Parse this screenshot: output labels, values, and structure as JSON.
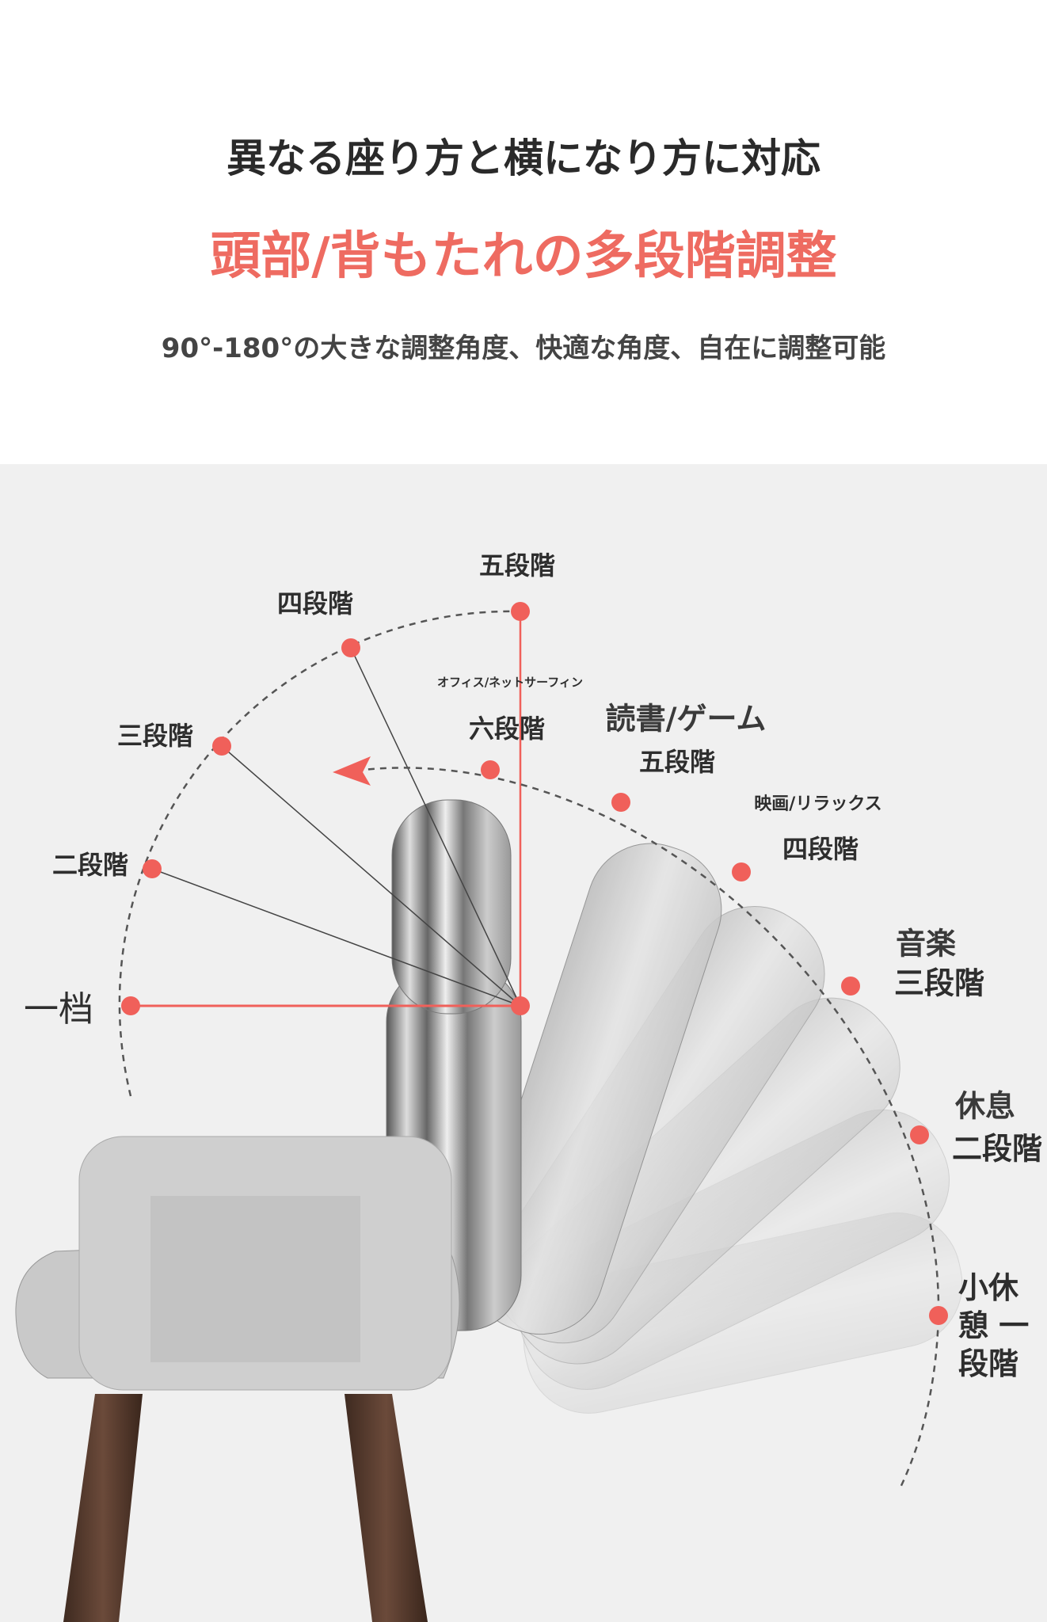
{
  "header": {
    "title": "異なる座り方と横になり方に対応",
    "headline": "頭部/背もたれの多段階調整",
    "subtitle": "90°-180°の大きな調整角度、快適な角度、自在に調整可能"
  },
  "headrest_levels": {
    "level1": "一档",
    "level2": "二段階",
    "level3": "三段階",
    "level4": "四段階",
    "level5": "五段階"
  },
  "backrest_levels": {
    "level6_use": "オフィス/ネットサーフィン",
    "level6": "六段階",
    "level5_use": "読書/ゲーム",
    "level5": "五段階",
    "level4_use": "映画/リラックス",
    "level4": "四段階",
    "level3_use": "音楽",
    "level3": "三段階",
    "level2_use": "休息",
    "level2": "二段階",
    "level1_line1": "小休",
    "level1_line2": "憩 一",
    "level1_line3": "段階"
  },
  "colors": {
    "accent": "#f0605a",
    "text": "#2e2e2e",
    "background": "#f0f0f0"
  }
}
